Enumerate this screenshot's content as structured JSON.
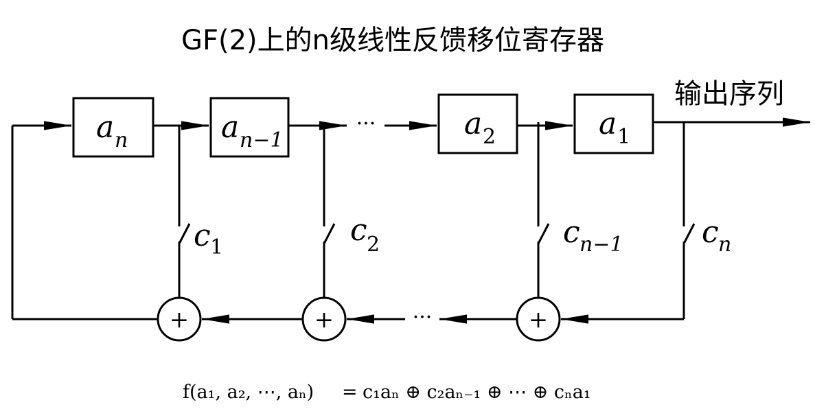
{
  "title": "GF(2)上的n级线性反馈移位寄存器",
  "output_label": "输出序列",
  "registers": [
    {
      "base": "a",
      "sub": "n"
    },
    {
      "base": "a",
      "sub": "n−1"
    },
    {
      "base": "a",
      "sub": "2"
    },
    {
      "base": "a",
      "sub": "1"
    }
  ],
  "coefficients": [
    {
      "base": "c",
      "sub": "1"
    },
    {
      "base": "c",
      "sub": "2"
    },
    {
      "base": "c",
      "sub": "n−1"
    },
    {
      "base": "c",
      "sub": "n"
    }
  ],
  "xor_symbol": "+",
  "ellipsis": "···",
  "formula": {
    "lhs": "f(a₁, a₂, ⋯, aₙ)",
    "equals": "=",
    "rhs": "c₁aₙ ⊕ c₂aₙ₋₁ ⊕ ⋯ ⊕ cₙa₁"
  }
}
